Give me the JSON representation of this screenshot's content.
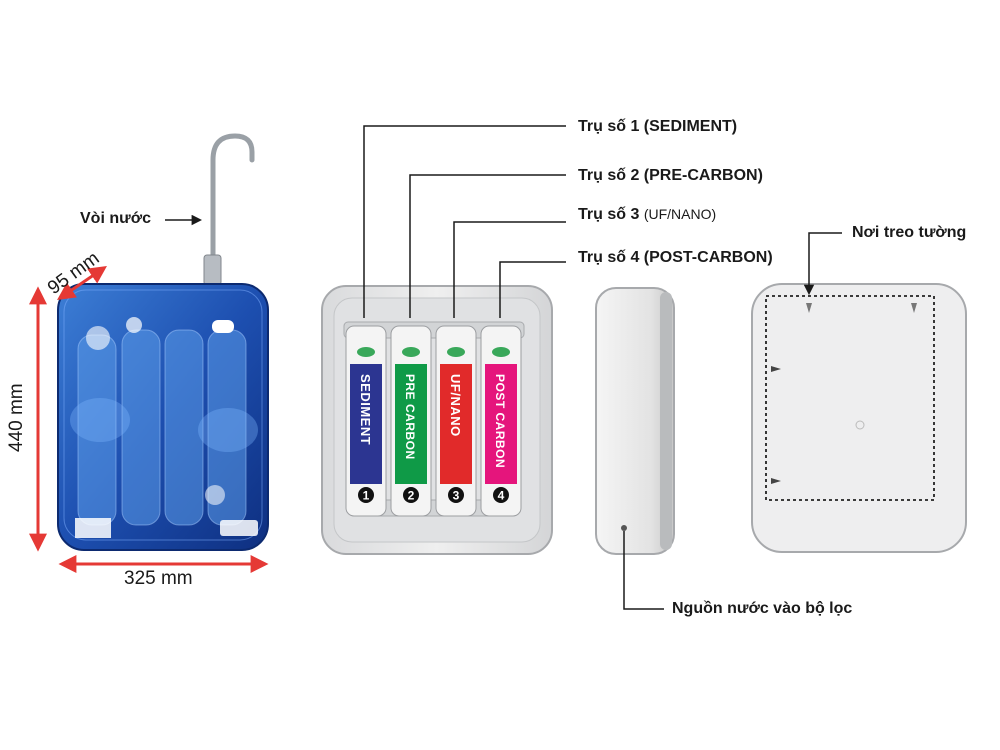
{
  "labels": {
    "faucet": "Vòi nước",
    "width": "325 mm",
    "height": "440 mm",
    "depth": "95 mm",
    "stage1": "Trụ số 1 (SEDIMENT)",
    "stage2": "Trụ số 2 (PRE-CARBON)",
    "stage3_main": "Trụ số  3",
    "stage3_sub": "(UF/NANO)",
    "stage4": "Trụ số 4 (POST-CARBON)",
    "wall_mount": "Nơi treo tường",
    "water_inlet": "Nguồn nước vào bộ lọc"
  },
  "cartridges": [
    {
      "label": "SEDIMENT",
      "num": "1",
      "color": "#2c3591"
    },
    {
      "label": "PRE CARBON",
      "num": "2",
      "color": "#0f9a47"
    },
    {
      "label": "UF/NANO",
      "num": "3",
      "color": "#e12a2a"
    },
    {
      "label": "POST CARBON",
      "num": "4",
      "color": "#e5157c"
    }
  ],
  "colors": {
    "dimension_arrow": "#e53935",
    "unit_blue": "#1e4fa8",
    "gray_case": "#e9eaeb"
  }
}
